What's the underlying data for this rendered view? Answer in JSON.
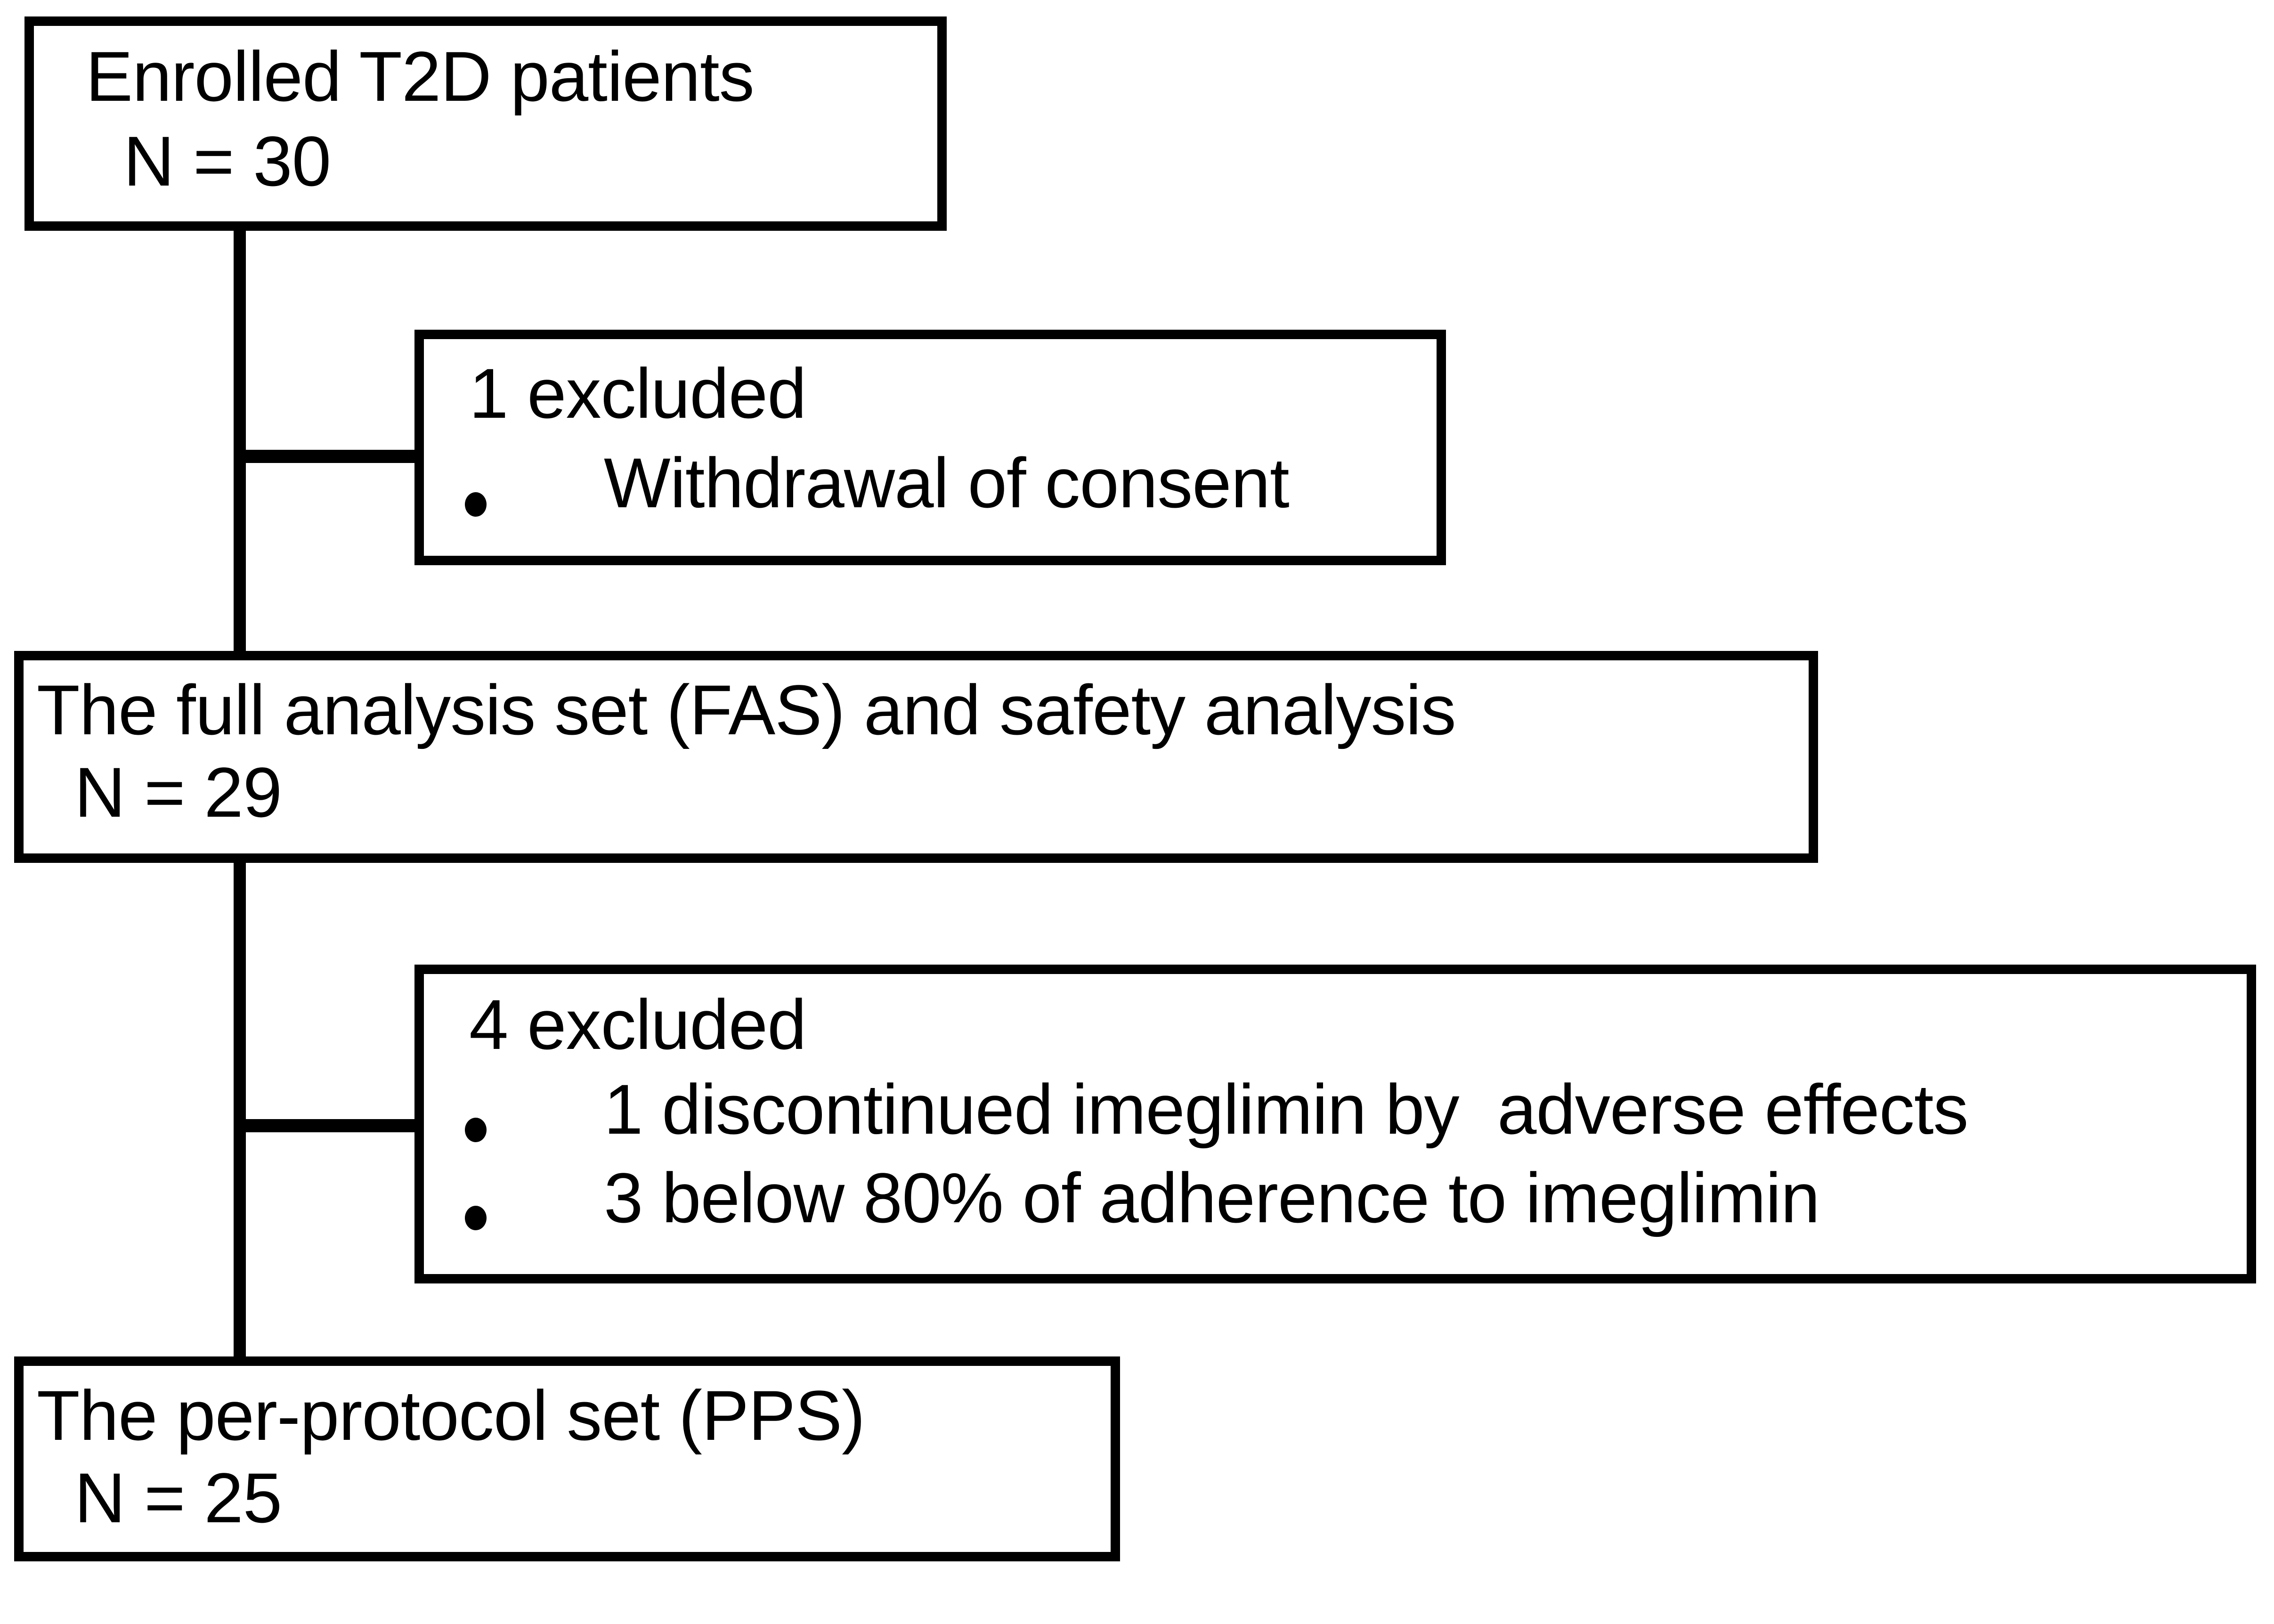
{
  "diagram": {
    "type": "participant-flow-diagram",
    "colors": {
      "line": "#000000",
      "background": "#ffffff",
      "text": "#000000"
    },
    "nodes": {
      "enrolled": {
        "line1": "Enrolled T2D patients",
        "line2": "N = 30"
      },
      "excluded_1": {
        "heading": "1 excluded",
        "bullets": [
          "Withdrawal of consent"
        ],
        "bullet_glyph": "•"
      },
      "fas": {
        "line1": "The full analysis set (FAS) and safety analysis",
        "line2": "N = 29"
      },
      "excluded_2": {
        "heading": "4 excluded",
        "bullets": [
          "1 discontinued imeglimin by  adverse effects",
          "3 below 80% of adherence to imeglimin"
        ],
        "bullet_glyph": "•"
      },
      "pps": {
        "line1": "The per-protocol set (PPS)",
        "line2": "N = 25"
      }
    }
  }
}
